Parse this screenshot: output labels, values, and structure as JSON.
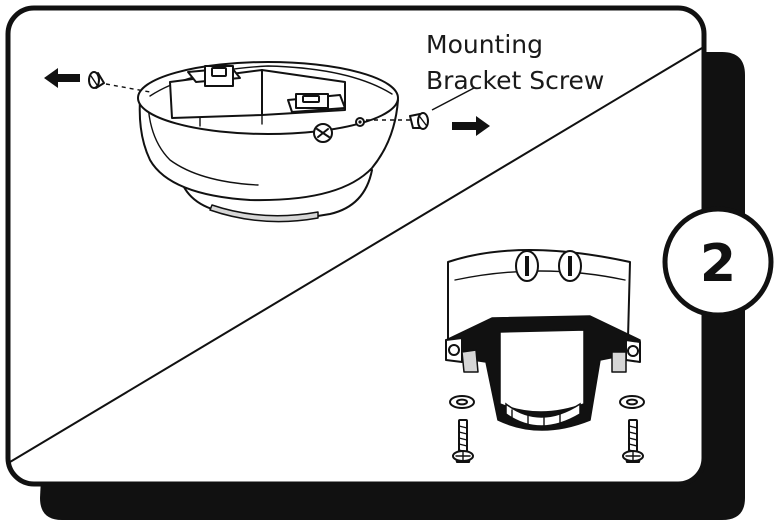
{
  "callout": {
    "line1": "Mounting",
    "line2": "Bracket Screw"
  },
  "step": {
    "number": "2"
  },
  "colors": {
    "frame": "#111111",
    "background": "#ffffff",
    "shadow": "#111111"
  },
  "icons": [
    "arrow-left-icon",
    "arrow-right-icon",
    "screw-icon",
    "washer-icon"
  ]
}
